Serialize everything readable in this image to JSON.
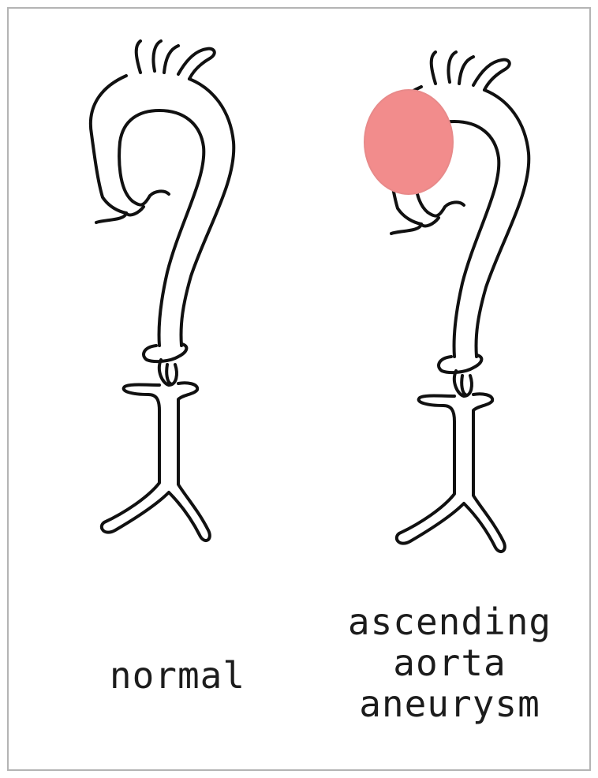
{
  "panels": [
    {
      "id": "normal",
      "label_lines": [
        "normal"
      ]
    },
    {
      "id": "aneurysm",
      "label_lines": [
        "ascending",
        "aorta",
        "aneurysm"
      ]
    }
  ],
  "colors": {
    "outline": "#111111",
    "aneurysm_fill": "#f28c8c",
    "frame": "#b4b4b4"
  }
}
